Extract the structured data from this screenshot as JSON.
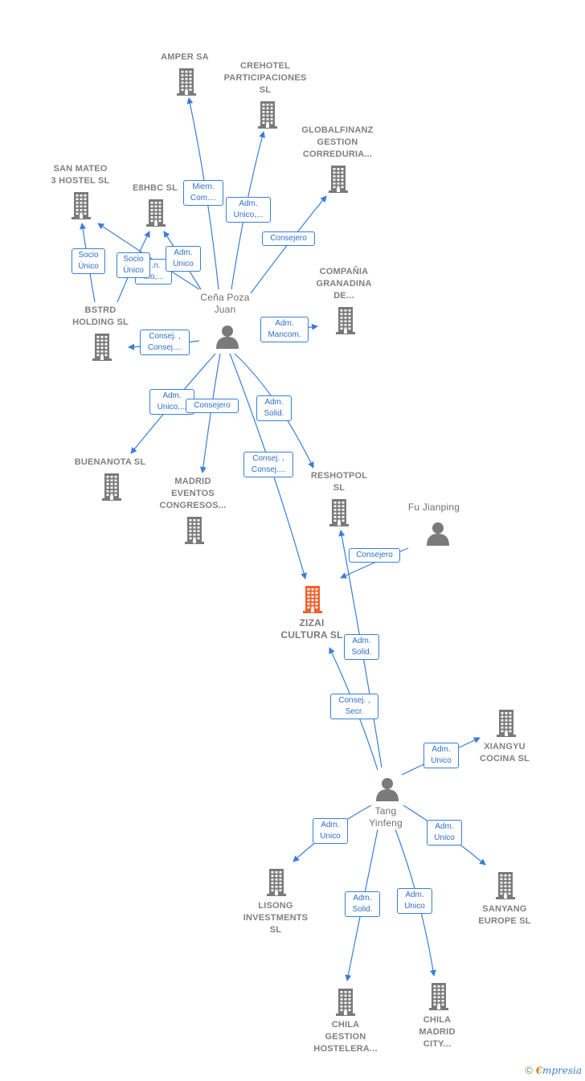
{
  "colors": {
    "edge": "#3a7fd5",
    "icon": "#7a7a7a",
    "focus": "#f0612e",
    "label": "#808080"
  },
  "nodes": {
    "amper": {
      "label": "AMPER SA"
    },
    "crehotel": {
      "lines": [
        "CREHOTEL",
        "PARTICIPACIONES",
        "SL"
      ]
    },
    "globalfinanz": {
      "lines": [
        "GLOBALFINANZ",
        "GESTION",
        "CORREDURIA..."
      ]
    },
    "san_mateo": {
      "lines": [
        "SAN MATEO",
        "3 HOSTEL  SL"
      ]
    },
    "e8hbc": {
      "label": "E8HBC  SL"
    },
    "granadina": {
      "lines": [
        "COMPAÑIA",
        "GRANADINA",
        "DE..."
      ]
    },
    "bstrd": {
      "lines": [
        "BSTRD",
        "HOLDING  SL"
      ]
    },
    "buenanota": {
      "label": "BUENANOTA SL"
    },
    "madrid_eventos": {
      "lines": [
        "MADRID",
        "EVENTOS",
        "CONGRESOS..."
      ]
    },
    "reshotpol": {
      "lines": [
        "RESHOTPOL",
        "SL"
      ]
    },
    "zizai": {
      "lines": [
        "ZIZAI",
        "CULTURA  SL"
      ]
    },
    "xiangyu": {
      "lines": [
        "XIANGYU",
        "COCINA  SL"
      ]
    },
    "lisong": {
      "lines": [
        "LISONG",
        "INVESTMENTS",
        "SL"
      ]
    },
    "sanyang": {
      "lines": [
        "SANYANG",
        "EUROPE  SL"
      ]
    },
    "chila_gestion": {
      "lines": [
        "CHILA",
        "GESTION",
        "HOSTELERA..."
      ]
    },
    "chila_madrid": {
      "lines": [
        "CHILA",
        "MADRID",
        "CITY..."
      ]
    }
  },
  "people": {
    "cena": {
      "lines": [
        "Ceña Poza",
        "Juan"
      ]
    },
    "fu": {
      "label": "Fu Jianping"
    },
    "tang": {
      "lines": [
        "Tang",
        "Yinfeng"
      ]
    }
  },
  "edges": {
    "amper": [
      "Miem.",
      "Com...."
    ],
    "crehotel": [
      "Adm.",
      "Unico,..."
    ],
    "globalfinanz": [
      "Consejero"
    ],
    "bstrd_sanmateo": [
      "Socio",
      "Único"
    ],
    "hidden_partial": [
      "...n.",
      "...o,..."
    ],
    "cena_sanmateo": [
      "Socio",
      "Único"
    ],
    "e8hbc": [
      "Adm.",
      "Unico"
    ],
    "granadina": [
      "Adm.",
      "Mancom."
    ],
    "bstrd": [
      "Consej. ,",
      "Consej...."
    ],
    "buenanota": [
      "Adm.",
      "Unico,..."
    ],
    "madrid_eventos": [
      "Consejero"
    ],
    "reshotpol": [
      "Adm.",
      "Solid."
    ],
    "cena_zizai": [
      "Consej. ,",
      "Consej...."
    ],
    "fu_zizai": [
      "Consejero"
    ],
    "tang_reshotpol": [
      "Adm.",
      "Solid."
    ],
    "tang_zizai": [
      "Consej. ,",
      "Secr."
    ],
    "xiangyu": [
      "Adm.",
      "Unico"
    ],
    "lisong": [
      "Adm.",
      "Unico"
    ],
    "sanyang": [
      "Adm.",
      "Unico"
    ],
    "chila_gestion": [
      "Adm.",
      "Solid."
    ],
    "chila_madrid": [
      "Adm.",
      "Unico"
    ]
  },
  "footer": {
    "brand": "mpresia"
  }
}
